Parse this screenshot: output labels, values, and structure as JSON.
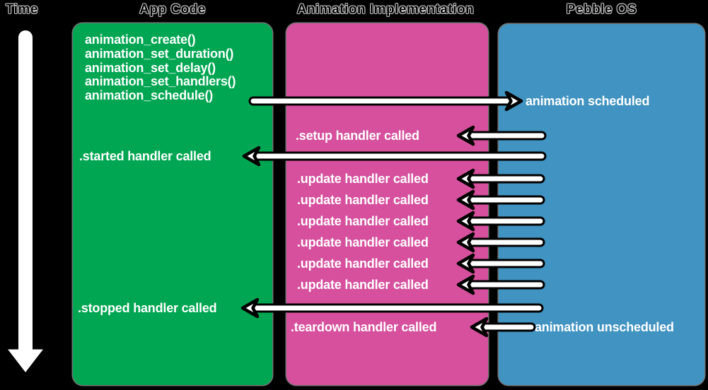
{
  "title_row": {
    "time_label": "Time",
    "app_code_title": "App Code",
    "implementation_title": "Animation Implementation",
    "pebble_os_title": "Pebble OS"
  },
  "colors": {
    "background": "#000000",
    "app_code_green": "#00A651",
    "implementation_magenta": "#D6509E",
    "pebble_os_blue": "#4193C1",
    "arrow_fill": "#FFFFFF",
    "arrow_outline": "#000000",
    "label_text": "#FFFFFF"
  },
  "app_code_box": {
    "function_calls": [
      "animation_create()",
      "animation_set_duration()",
      "animation_set_delay()",
      "animation_set_handlers()",
      "animation_schedule()"
    ],
    "started_event": ".started handler called",
    "stopped_event": ".stopped handler called"
  },
  "implementation_box": {
    "setup_event": ".setup handler called",
    "update_events": [
      ".update handler called",
      ".update handler called",
      ".update handler called",
      ".update handler called",
      ".update handler called",
      ".update handler called"
    ],
    "teardown_event": ".teardown handler called"
  },
  "pebble_os_box": {
    "scheduled_event": "animation scheduled",
    "unscheduled_event": "animation unscheduled"
  }
}
